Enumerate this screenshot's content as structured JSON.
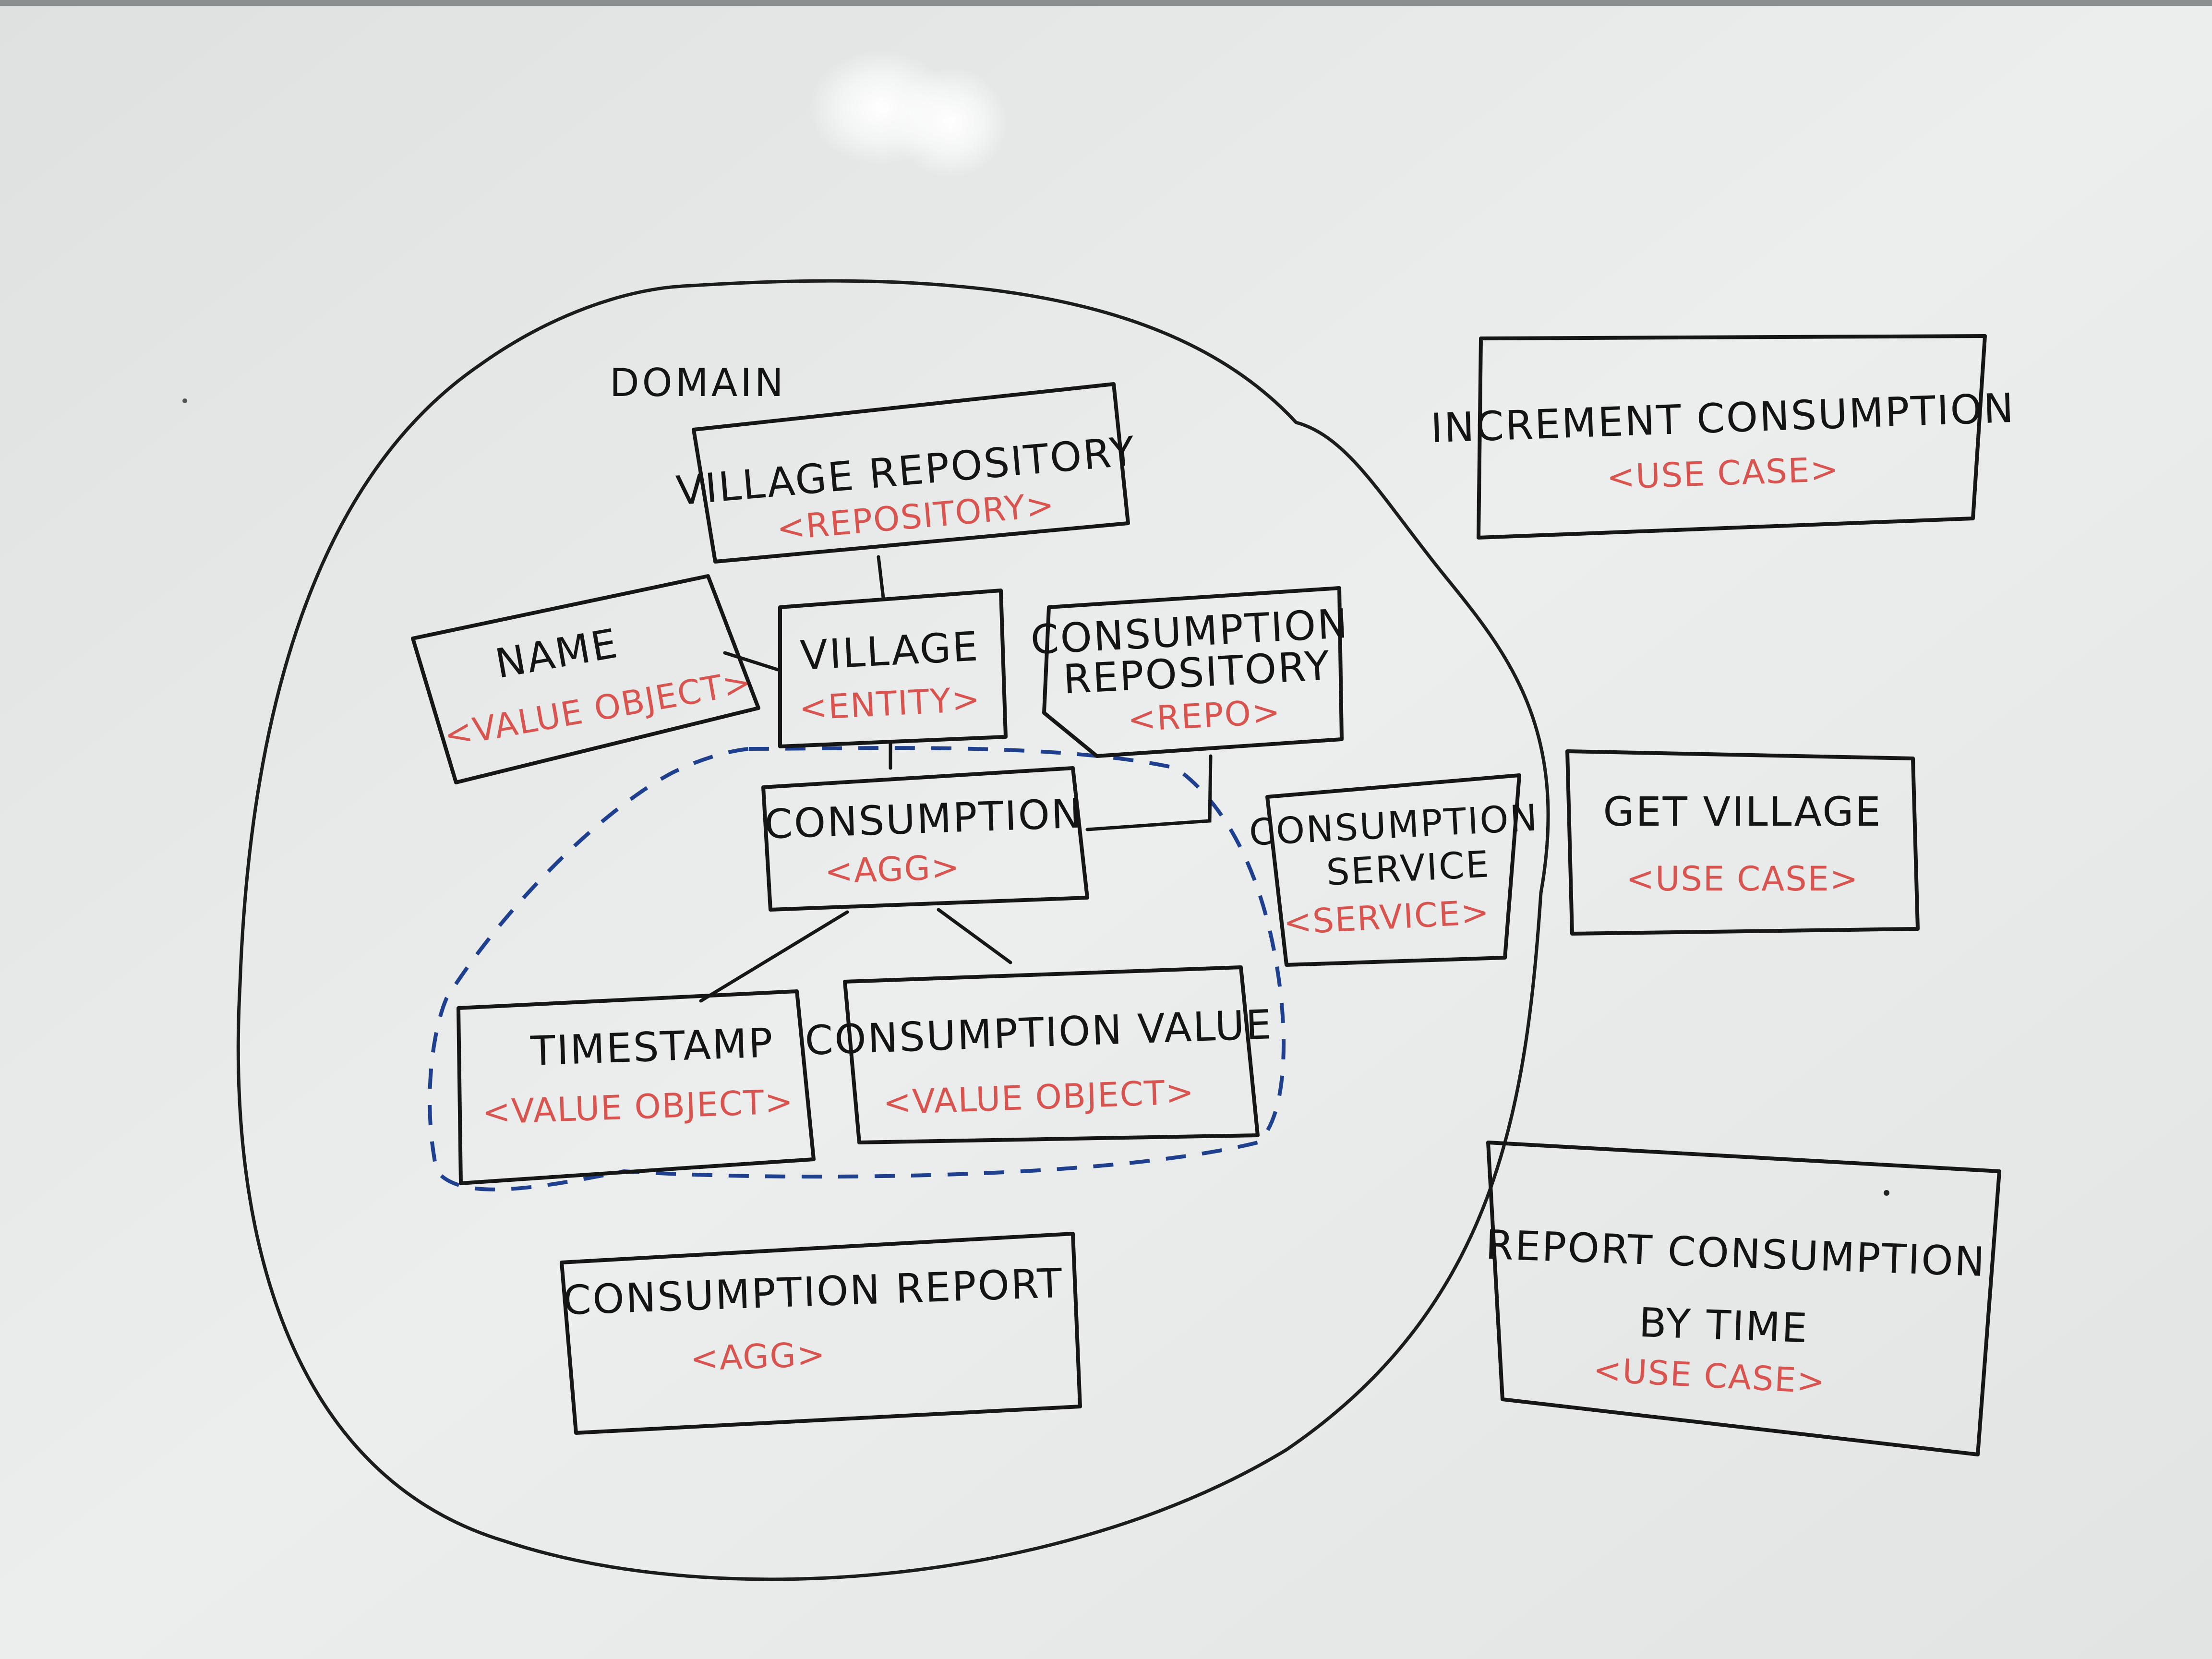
{
  "colors": {
    "board": "#e9ebeb",
    "ink_black": "#161616",
    "ink_red": "#d9534f",
    "ink_blue": "#1f3f8f"
  },
  "domain_label": "DOMAIN",
  "boxes": {
    "village_repository": {
      "title": "VILLAGE REPOSITORY",
      "stereotype": "<REPOSITORY>"
    },
    "name": {
      "title": "NAME",
      "stereotype": "<VALUE OBJECT>"
    },
    "village": {
      "title": "VILLAGE",
      "stereotype": "<ENTITY>"
    },
    "consumption_repository": {
      "title_line1": "CONSUMPTION",
      "title_line2": "REPOSITORY",
      "stereotype": "<REPO>"
    },
    "consumption": {
      "title": "CONSUMPTION",
      "stereotype": "<AGG>"
    },
    "timestamp": {
      "title": "TIMESTAMP",
      "stereotype": "<VALUE OBJECT>"
    },
    "consumption_value": {
      "title": "CONSUMPTION VALUE",
      "stereotype": "<VALUE OBJECT>"
    },
    "consumption_report": {
      "title": "CONSUMPTION REPORT",
      "stereotype": "<AGG>"
    },
    "consumption_service": {
      "title_line1": "CONSUMPTION",
      "title_line2": "SERVICE",
      "stereotype": "<SERVICE>"
    },
    "increment_consumption": {
      "title": "INCREMENT CONSUMPTION",
      "stereotype": "<USE CASE>"
    },
    "get_village": {
      "title": "GET VILLAGE",
      "stereotype": "<USE CASE>"
    },
    "report_consumption": {
      "title_line1": "REPORT CONSUMPTION",
      "title_line2": "BY TIME",
      "stereotype": "<USE CASE>"
    }
  }
}
